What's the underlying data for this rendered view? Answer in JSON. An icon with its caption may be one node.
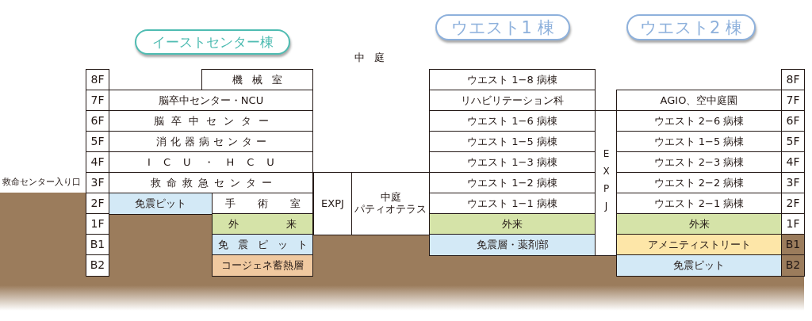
{
  "diagram": {
    "nodes": [
      {
        "text": [
          "イーストセンター棟"
        ]
      },
      {
        "text": [
          "ウエスト1 棟"
        ]
      },
      {
        "text": [
          "ウエスト2 棟"
        ]
      },
      {
        "text": [
          "8F"
        ]
      },
      {
        "text": [
          "7F"
        ]
      },
      {
        "text": [
          "6F"
        ]
      },
      {
        "text": [
          "5F"
        ]
      },
      {
        "text": [
          "4F"
        ]
      },
      {
        "text": [
          "3F"
        ]
      },
      {
        "text": [
          "2F"
        ]
      },
      {
        "text": [
          "1F"
        ]
      },
      {
        "text": [
          "B1"
        ]
      },
      {
        "text": [
          "B2"
        ]
      },
      {
        "text": [
          "機械室"
        ]
      },
      {
        "text": [
          "脳卒中センター・NCU"
        ]
      },
      {
        "text": [
          "脳卒中センター"
        ]
      },
      {
        "text": [
          "消化器病センター"
        ]
      },
      {
        "text": [
          "ICU・HCU"
        ]
      },
      {
        "text": [
          "救命救急センター"
        ]
      },
      {
        "text": [
          "免震ピット"
        ]
      },
      {
        "text": [
          "手術室"
        ]
      },
      {
        "text": [
          "外来"
        ]
      },
      {
        "text": [
          "免震ピット"
        ]
      },
      {
        "text": [
          "コージェネ蓄熱層"
        ]
      },
      {
        "text": [
          "EXPJ"
        ]
      },
      {
        "text": [
          "中庭",
          "パティオテラス"
        ]
      },
      {
        "text": [
          "ウエスト 1−8 病棟"
        ]
      },
      {
        "text": [
          "リハビリテーション科"
        ]
      },
      {
        "text": [
          "ウエスト 1−6 病棟"
        ]
      },
      {
        "text": [
          "ウエスト 1−5 病棟"
        ]
      },
      {
        "text": [
          "ウエスト 1−3 病棟"
        ]
      },
      {
        "text": [
          "ウエスト 1−2 病棟"
        ]
      },
      {
        "text": [
          "ウエスト 1−1 病棟"
        ]
      },
      {
        "text": [
          "外来"
        ]
      },
      {
        "text": [
          "免震層・薬剤部"
        ]
      },
      {
        "text": [
          "EXPJ"
        ]
      },
      {
        "text": [
          "AGIO、空中庭園"
        ]
      },
      {
        "text": [
          "ウエスト 2−6 病棟"
        ]
      },
      {
        "text": [
          "ウエスト 1−5 病棟"
        ]
      },
      {
        "text": [
          "ウエスト 2−3 病棟"
        ]
      },
      {
        "text": [
          "ウエスト 2−2 病棟"
        ]
      },
      {
        "text": [
          "ウエスト 2−1 病棟"
        ]
      },
      {
        "text": [
          "外来"
        ]
      },
      {
        "text": [
          "アメニティストリート"
        ]
      },
      {
        "text": [
          "免震ピット"
        ]
      },
      {
        "text": [
          "8F"
        ]
      },
      {
        "text": [
          "7F"
        ]
      },
      {
        "text": [
          "6F"
        ]
      },
      {
        "text": [
          "5F"
        ]
      },
      {
        "text": [
          "4F"
        ]
      },
      {
        "text": [
          "3F"
        ]
      },
      {
        "text": [
          "2F"
        ]
      },
      {
        "text": [
          "1F"
        ]
      },
      {
        "text": [
          "B1"
        ]
      },
      {
        "text": [
          "B2"
        ]
      }
    ],
    "labels": [
      "中庭",
      "救命センター入り口"
    ]
  }
}
